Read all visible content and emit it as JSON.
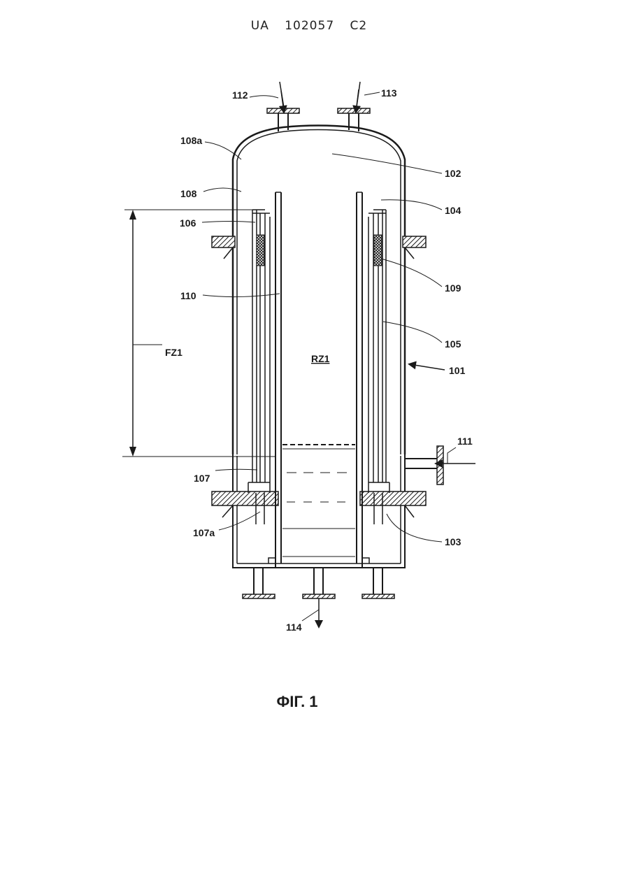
{
  "header": {
    "country": "UA",
    "number": "102057",
    "kind": "C2"
  },
  "figure": {
    "caption": "ФІГ. 1",
    "labels": {
      "l112": "112",
      "l113": "113",
      "l108a": "108a",
      "l102": "102",
      "l108": "108",
      "l104": "104",
      "l106": "106",
      "l109": "109",
      "l110": "110",
      "l105": "105",
      "lFZ1": "FZ1",
      "lRZ1": "RZ1",
      "l101": "101",
      "l111": "111",
      "l107": "107",
      "l107a": "107a",
      "l103": "103",
      "l114": "114"
    }
  }
}
